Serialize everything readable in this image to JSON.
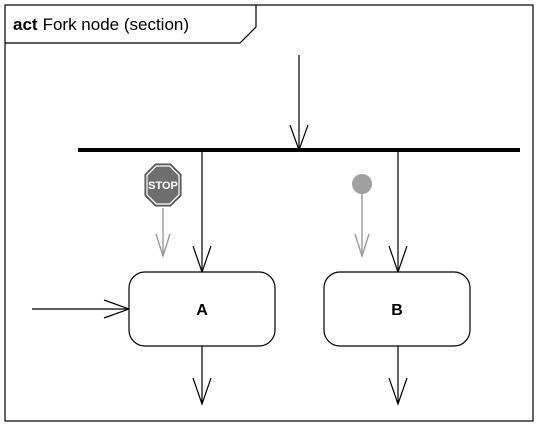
{
  "frame": {
    "keyword": "act",
    "title": "Fork node (section)"
  },
  "stop_sign": {
    "label": "STOP"
  },
  "nodes": [
    {
      "id": "A",
      "label": "A"
    },
    {
      "id": "B",
      "label": "B"
    }
  ],
  "colors": {
    "stroke": "#000000",
    "stop_sign_fill": "#6e6e6e",
    "token_fill": "#a0a0a0",
    "faded_arrow": "#9a9a9a"
  }
}
